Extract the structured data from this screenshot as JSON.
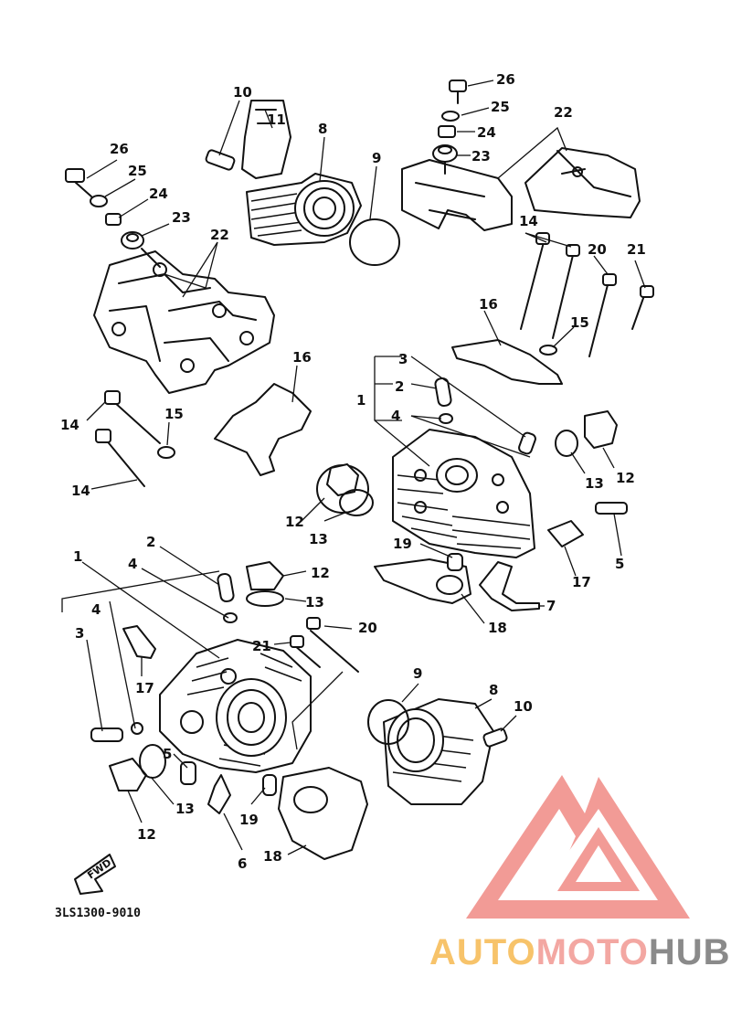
{
  "diagram": {
    "code": "3LS1300-9010",
    "fwd_label": "FWD",
    "callouts": [
      "1",
      "2",
      "3",
      "4",
      "5",
      "6",
      "7",
      "8",
      "9",
      "10",
      "11",
      "12",
      "13",
      "14",
      "15",
      "16",
      "17",
      "18",
      "19",
      "20",
      "21",
      "22",
      "23",
      "24",
      "25",
      "26"
    ]
  },
  "watermark": {
    "part1": "AUTO",
    "part2": "MOTO",
    "part3": "HUB",
    "color1": "#f7c36a",
    "color2": "#f3a7a2",
    "color3": "#8a8a8a",
    "logo_color": "#f08a84"
  }
}
